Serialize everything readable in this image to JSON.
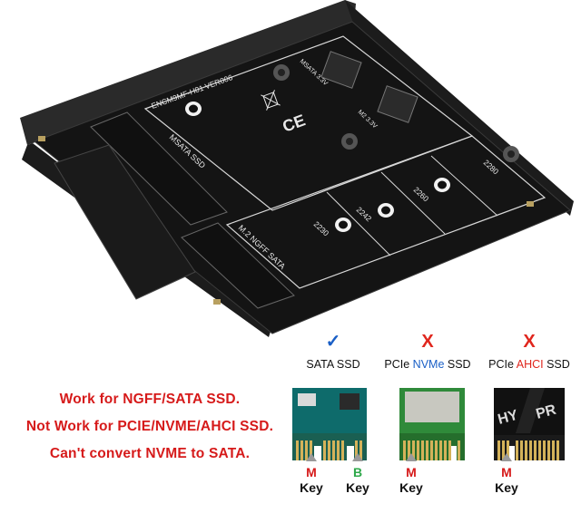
{
  "board": {
    "model_text": "ENCM9MF-H01 VER006",
    "msata_slot_label": "MSATA SSD",
    "m2_slot_label": "M.2 NGFF SATA",
    "lengths": [
      "2230",
      "2242",
      "2260",
      "2280"
    ],
    "msata_voltage": "MSATA 3.3V",
    "m2_voltage": "M2 3.3V",
    "ce_mark": "CE"
  },
  "notes": [
    "Work for NGFF/SATA SSD.",
    "Not Work for PCIE/NVME/AHCI SSD.",
    "Can't convert NVME to SATA."
  ],
  "panels": [
    {
      "mark": "✓",
      "title_pre": "SATA SSD",
      "title_hl": "",
      "title_post": ""
    },
    {
      "mark": "X",
      "title_pre": "PCIe ",
      "title_hl": "NVMe",
      "title_post": " SSD"
    },
    {
      "mark": "X",
      "title_pre": "PCIe ",
      "title_hl": "AHCI",
      "title_post": " SSD"
    }
  ],
  "keys": [
    {
      "letter": "M",
      "word": "Key"
    },
    {
      "letter": "B",
      "word": "Key"
    },
    {
      "letter": "M",
      "word": "Key"
    },
    {
      "letter": "M",
      "word": "Key"
    }
  ],
  "colors": {
    "note_red": "#d61a1a",
    "check_blue": "#1a5fc6",
    "x_red": "#e0261d",
    "key_m": "#d61a1a",
    "key_b": "#2ea84a"
  }
}
